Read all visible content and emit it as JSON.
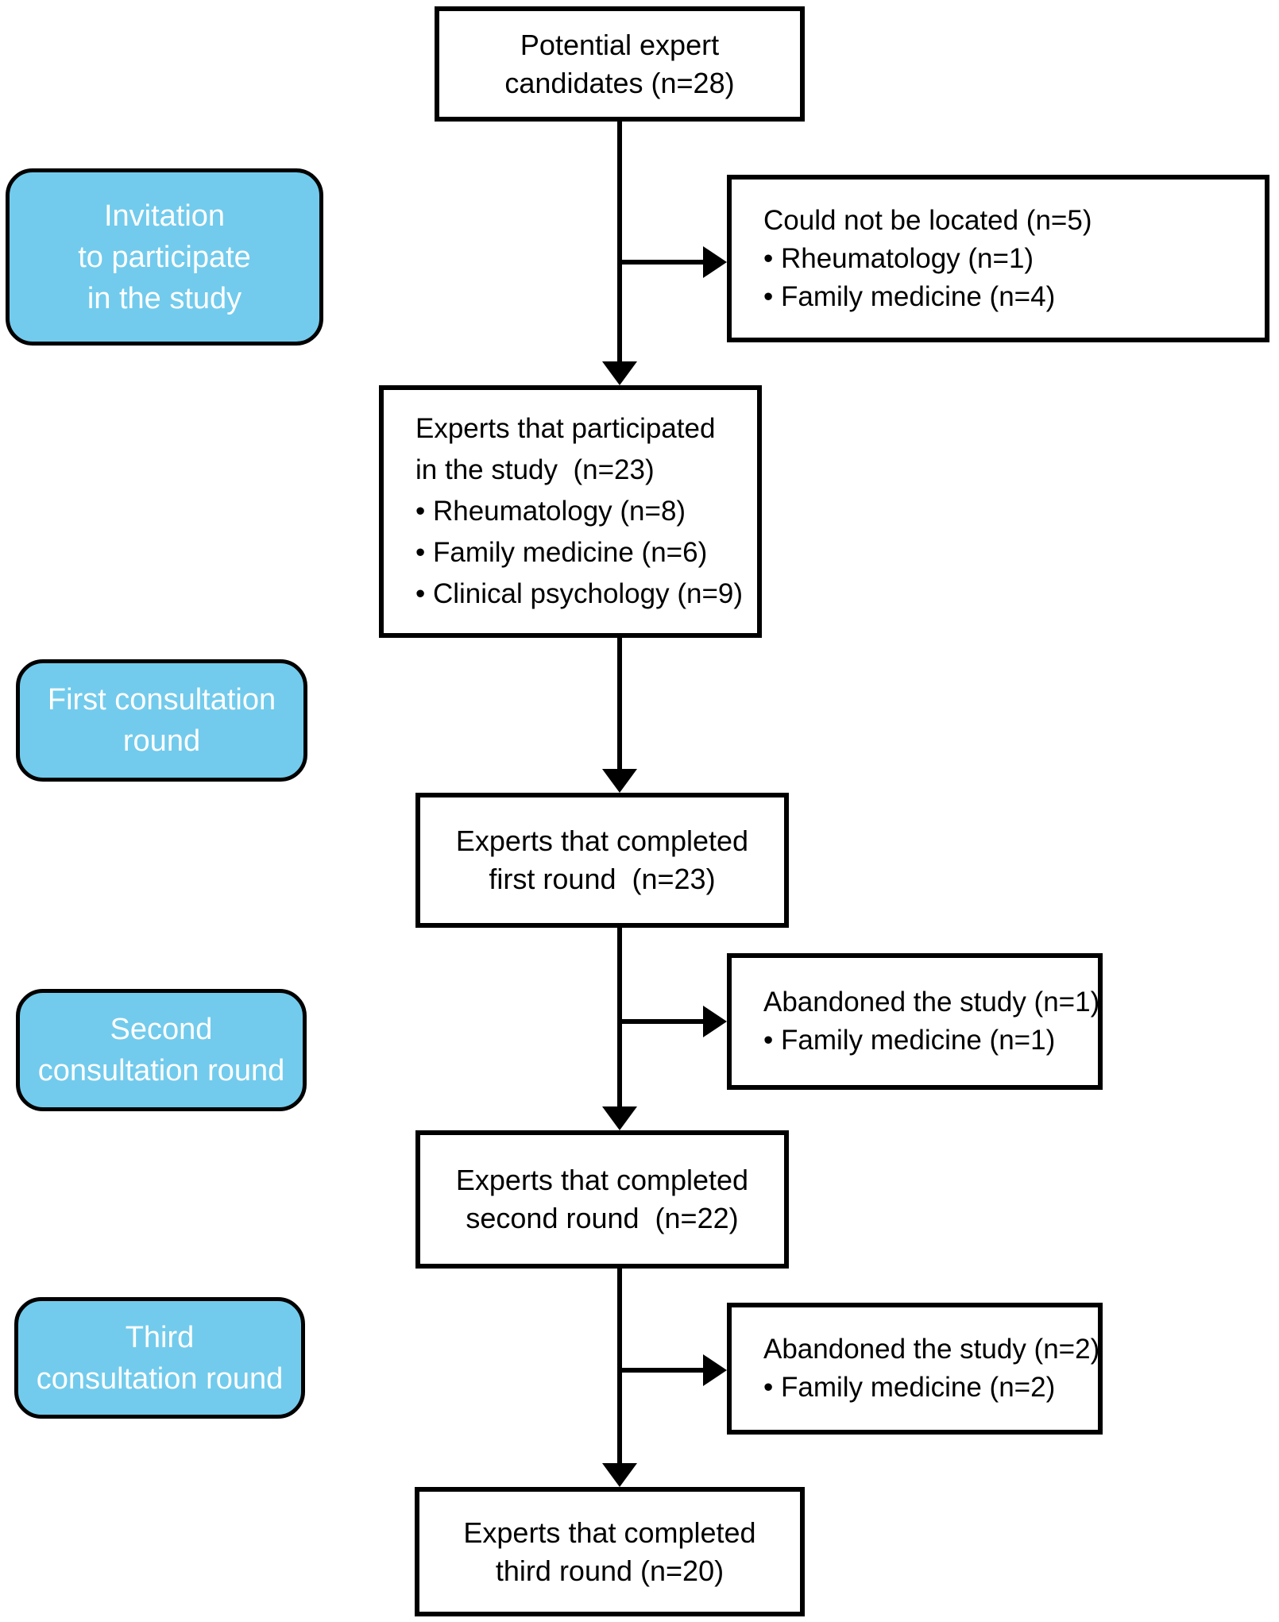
{
  "flow": {
    "accent_blue": "#72CBEC",
    "stages": {
      "invitation": [
        "Invitation",
        "to participate",
        "in the study"
      ],
      "first_round": [
        "First consultation",
        "round"
      ],
      "second_round": [
        "Second",
        "consultation round"
      ],
      "third_round": [
        "Third",
        "consultation round"
      ]
    },
    "nodes": {
      "potential": [
        "Potential expert",
        "candidates (n=28)"
      ],
      "not_located": [
        "Could not be located (n=5)",
        "• Rheumatology (n=1)",
        "• Family medicine (n=4)"
      ],
      "participated": [
        "Experts that participated",
        "in the study  (n=23)",
        "• Rheumatology (n=8)",
        "• Family medicine (n=6)",
        "• Clinical psychology (n=9)"
      ],
      "completed_first": [
        "Experts that completed",
        "first round  (n=23)"
      ],
      "abandoned_1": [
        "Abandoned the study (n=1)",
        "• Family medicine (n=1)"
      ],
      "completed_second": [
        "Experts that completed",
        "second round  (n=22)"
      ],
      "abandoned_2": [
        "Abandoned the study (n=2)",
        "• Family medicine (n=2)"
      ],
      "completed_third": [
        "Experts that completed",
        "third round (n=20)"
      ]
    }
  }
}
